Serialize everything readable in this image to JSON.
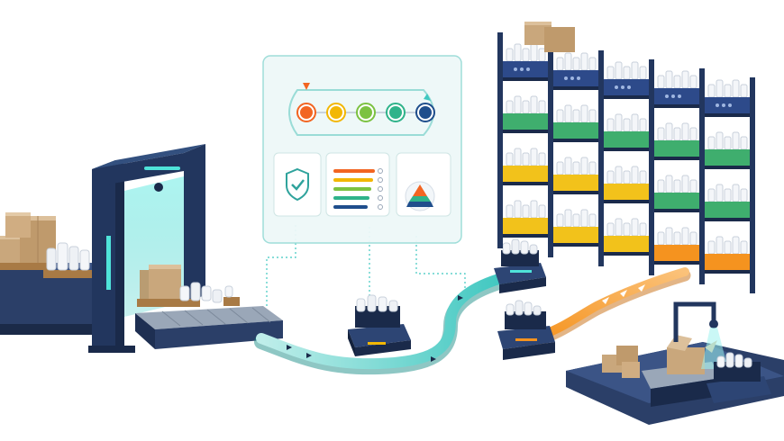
{
  "diagram": {
    "subject": "automated-warehouse-flow",
    "stages": [
      {
        "id": "inbound-pallets",
        "icon": "pallet-boxes-icon"
      },
      {
        "id": "scanning-gate",
        "icon": "scanner-gate-icon"
      },
      {
        "id": "conveyor",
        "icon": "conveyor-belt-icon"
      },
      {
        "id": "agv-robots",
        "icon": "agv-robot-icon"
      },
      {
        "id": "storage-rack",
        "icon": "storage-rack-icon"
      },
      {
        "id": "packing-station",
        "icon": "packing-station-icon"
      }
    ],
    "panel": {
      "progress_steps": [
        {
          "color": "#f26522"
        },
        {
          "color": "#f2b705"
        },
        {
          "color": "#7cc242"
        },
        {
          "color": "#2fb38a"
        },
        {
          "color": "#1f4e8c"
        }
      ],
      "icons": [
        "shield-check-icon",
        "bar-list-icon",
        "pyramid-icon"
      ],
      "bar_colors": [
        "#f26522",
        "#f2b705",
        "#7cc242",
        "#2fb38a",
        "#1f4e8c"
      ]
    },
    "colors": {
      "navy": "#22365e",
      "teal": "#3fc7c0",
      "orange": "#f5931f",
      "green": "#3fae6e",
      "yellow": "#f2c21b",
      "box": "#c9a77c"
    }
  }
}
